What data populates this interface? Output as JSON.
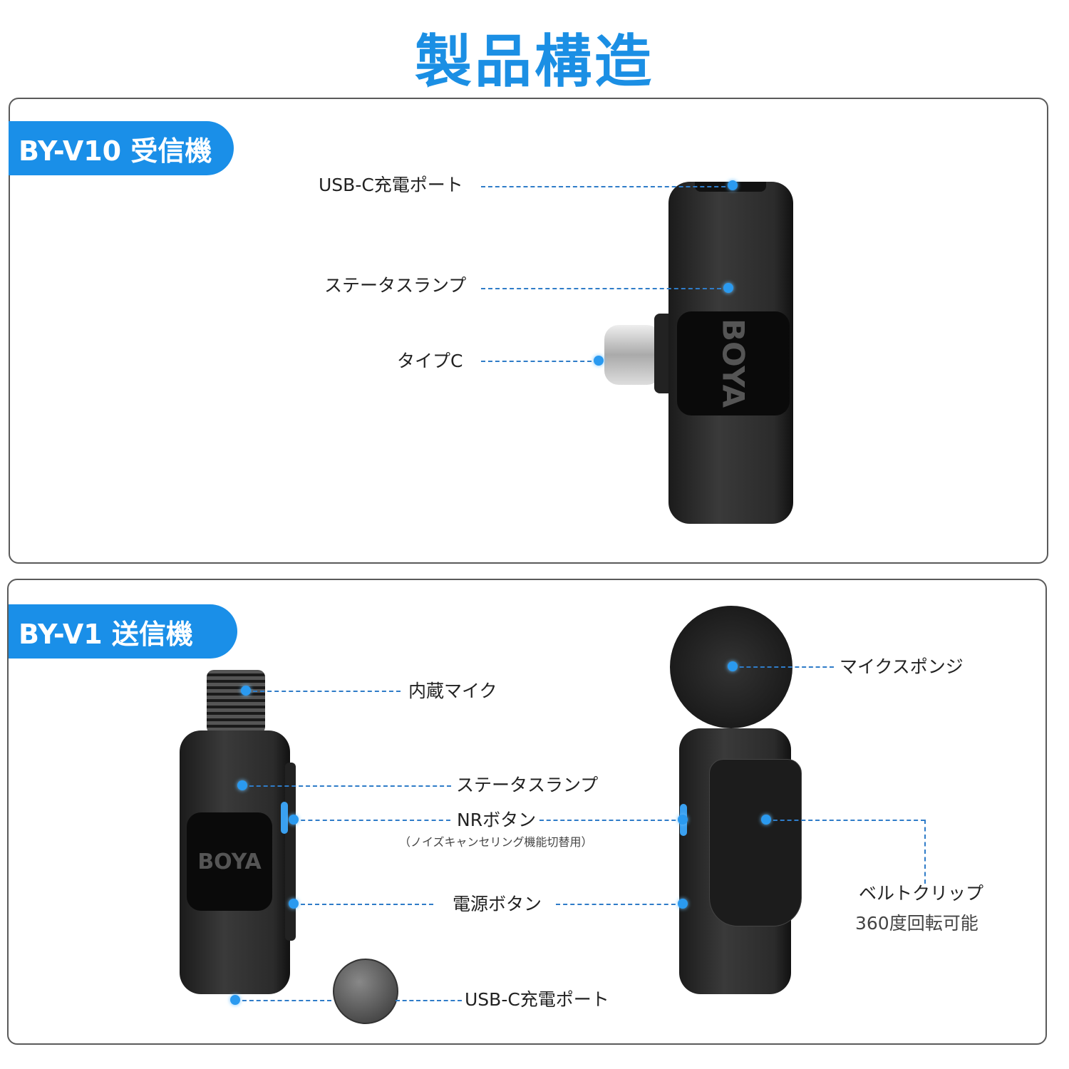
{
  "title": "製品構造",
  "receiver": {
    "badge": "BY-V10 受信機",
    "brand": "BOYA",
    "labels": {
      "usb_port": "USB-C充電ポート",
      "status_lamp": "ステータスランプ",
      "type_c": "タイプC"
    }
  },
  "transmitter": {
    "badge": "BY-V1 送信機",
    "brand": "BOYA",
    "labels": {
      "built_in_mic": "内蔵マイク",
      "status_lamp": "ステータスランプ",
      "nr_button": "NRボタン",
      "nr_button_note": "（ノイズキャンセリング機能切替用）",
      "power_button": "電源ボタン",
      "usb_port": "USB-C充電ポート",
      "mic_sponge": "マイクスポンジ",
      "belt_clip": "ベルトクリップ",
      "belt_clip_note": "360度回転可能"
    }
  },
  "colors": {
    "accent": "#1a8fe8",
    "title": "#1b8fe4",
    "line": "#2f7cc8"
  }
}
